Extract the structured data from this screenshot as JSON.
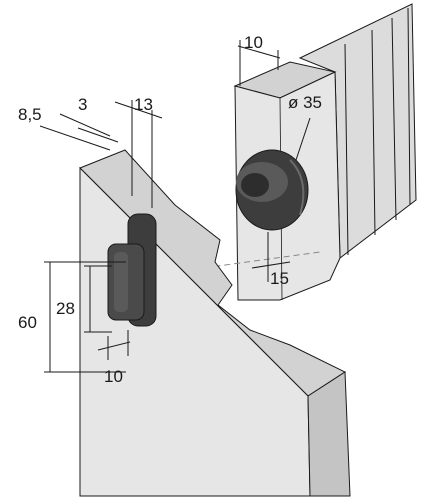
{
  "dimensions": {
    "width_top": "10",
    "diameter": "ø 35",
    "offset_15": "15",
    "offset_8_5": "8,5",
    "offset_3": "3",
    "width_13": "13",
    "height_60": "60",
    "height_28": "28",
    "width_10_bottom": "10"
  },
  "colors": {
    "panel_face": "#e6e6e6",
    "panel_top": "#d2d2d2",
    "panel_side": "#c4c4c4",
    "part": "#3d3d3d",
    "part_highlight": "#5a5a5a",
    "line": "#1a1a1a"
  }
}
